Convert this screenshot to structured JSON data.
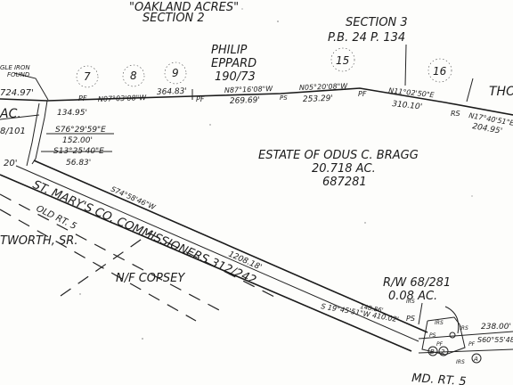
{
  "labels": {
    "oakland_acres": "\"OAKLAND ACRES\"",
    "oakland_section": "SECTION 2",
    "section3": "SECTION 3",
    "section3_pb": "P.B. 24 P. 134",
    "philip": "PHILIP",
    "eppard": "EPPARD",
    "eppard_ref": "190/73",
    "single_iron_1": "GLE IRON",
    "single_iron_2": "FOUND",
    "lot7": "7",
    "lot8": "8",
    "lot9": "9",
    "lot15": "15",
    "lot16": "16",
    "tho": "THO",
    "ac_left": "AC.",
    "ref_left": "8/101",
    "estate_title": "ESTATE OF ODUS C. BRAGG",
    "estate_area": "20.718 AC.",
    "estate_ref": "687281",
    "st_marys": "ST. MARY'S CO. COMMISSIONERS 312/242",
    "old_rt": "OLD RT. 5",
    "tworth": "TWORTH, SR.",
    "copsey": "N/F COPSEY",
    "rw_ref": "R/W 68/281",
    "rw_area": "0.08 AC.",
    "md_rt": "MD. RT. 5"
  },
  "bearings": {
    "b_72497": "724.97'",
    "b_n07": "N07°03'08\"W",
    "b_36483": "364.83'",
    "b_n8716": "N87°16'08\"W",
    "b_26969": "269.69'",
    "b_n0520": "N05°20'08\"W",
    "b_25329": "253.29'",
    "b_n1102": "N11°02'50\"E",
    "b_31010": "310.10'",
    "b_n1740": "N17°40'51\"E",
    "b_20495": "204.95'",
    "b_13495": "134.95'",
    "b_s7629": "S76°29'59\"E",
    "b_15200": "152.00'",
    "b_s1325": "S13°25'40\"E",
    "b_5683": "56.83'",
    "b_20": "20'",
    "b_s74": "S74°58'46\"W",
    "b_120818": "1208.18'",
    "b_s1945": "S 19°45'51\"W 410.02'",
    "b_14886": "148.86'",
    "b_23800": "238.00'",
    "b_s6055": "S60°55'48\""
  },
  "markers": {
    "pf1": "PF",
    "pf2": "PF",
    "pf3": "PF",
    "pf4": "PF",
    "pf5": "PF",
    "ps1": "PS",
    "rs1": "RS",
    "irs1": "IRS",
    "irs2": "IRS",
    "irs3": "IRS",
    "irs4": "IRS",
    "ps2": "PS",
    "ps3": "PS",
    "circle_b": "B",
    "circle_2": "2",
    "circle_a": "A"
  }
}
